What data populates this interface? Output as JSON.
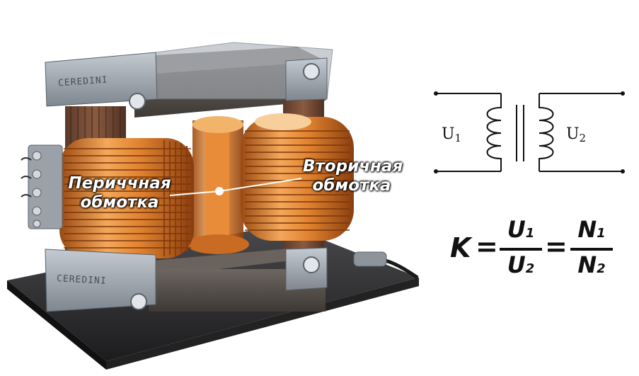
{
  "labels": {
    "primary_line1": "Периччная",
    "primary_line2": "обмотка",
    "secondary_line1": "Вторичная",
    "secondary_line2": "обмотка"
  },
  "plates": {
    "top_left": "CEREDINI",
    "bottom_left": "CEREDINI"
  },
  "schematic": {
    "u1_main": "U",
    "u1_sub": "1",
    "u2_main": "U",
    "u2_sub": "2"
  },
  "formula": {
    "lhs": "K",
    "eq1": "=",
    "eq2": "=",
    "num1": "U",
    "num1_sub": "1",
    "den1": "U",
    "den1_sub": "2",
    "num2": "N",
    "num2_sub": "1",
    "den2": "N",
    "den2_sub": "2"
  },
  "colors": {
    "copper": "#d9782a",
    "copper_light": "#f2a955",
    "steel": "#8b939c",
    "base": "#2c2c2e",
    "core_dark": "#55504c"
  }
}
